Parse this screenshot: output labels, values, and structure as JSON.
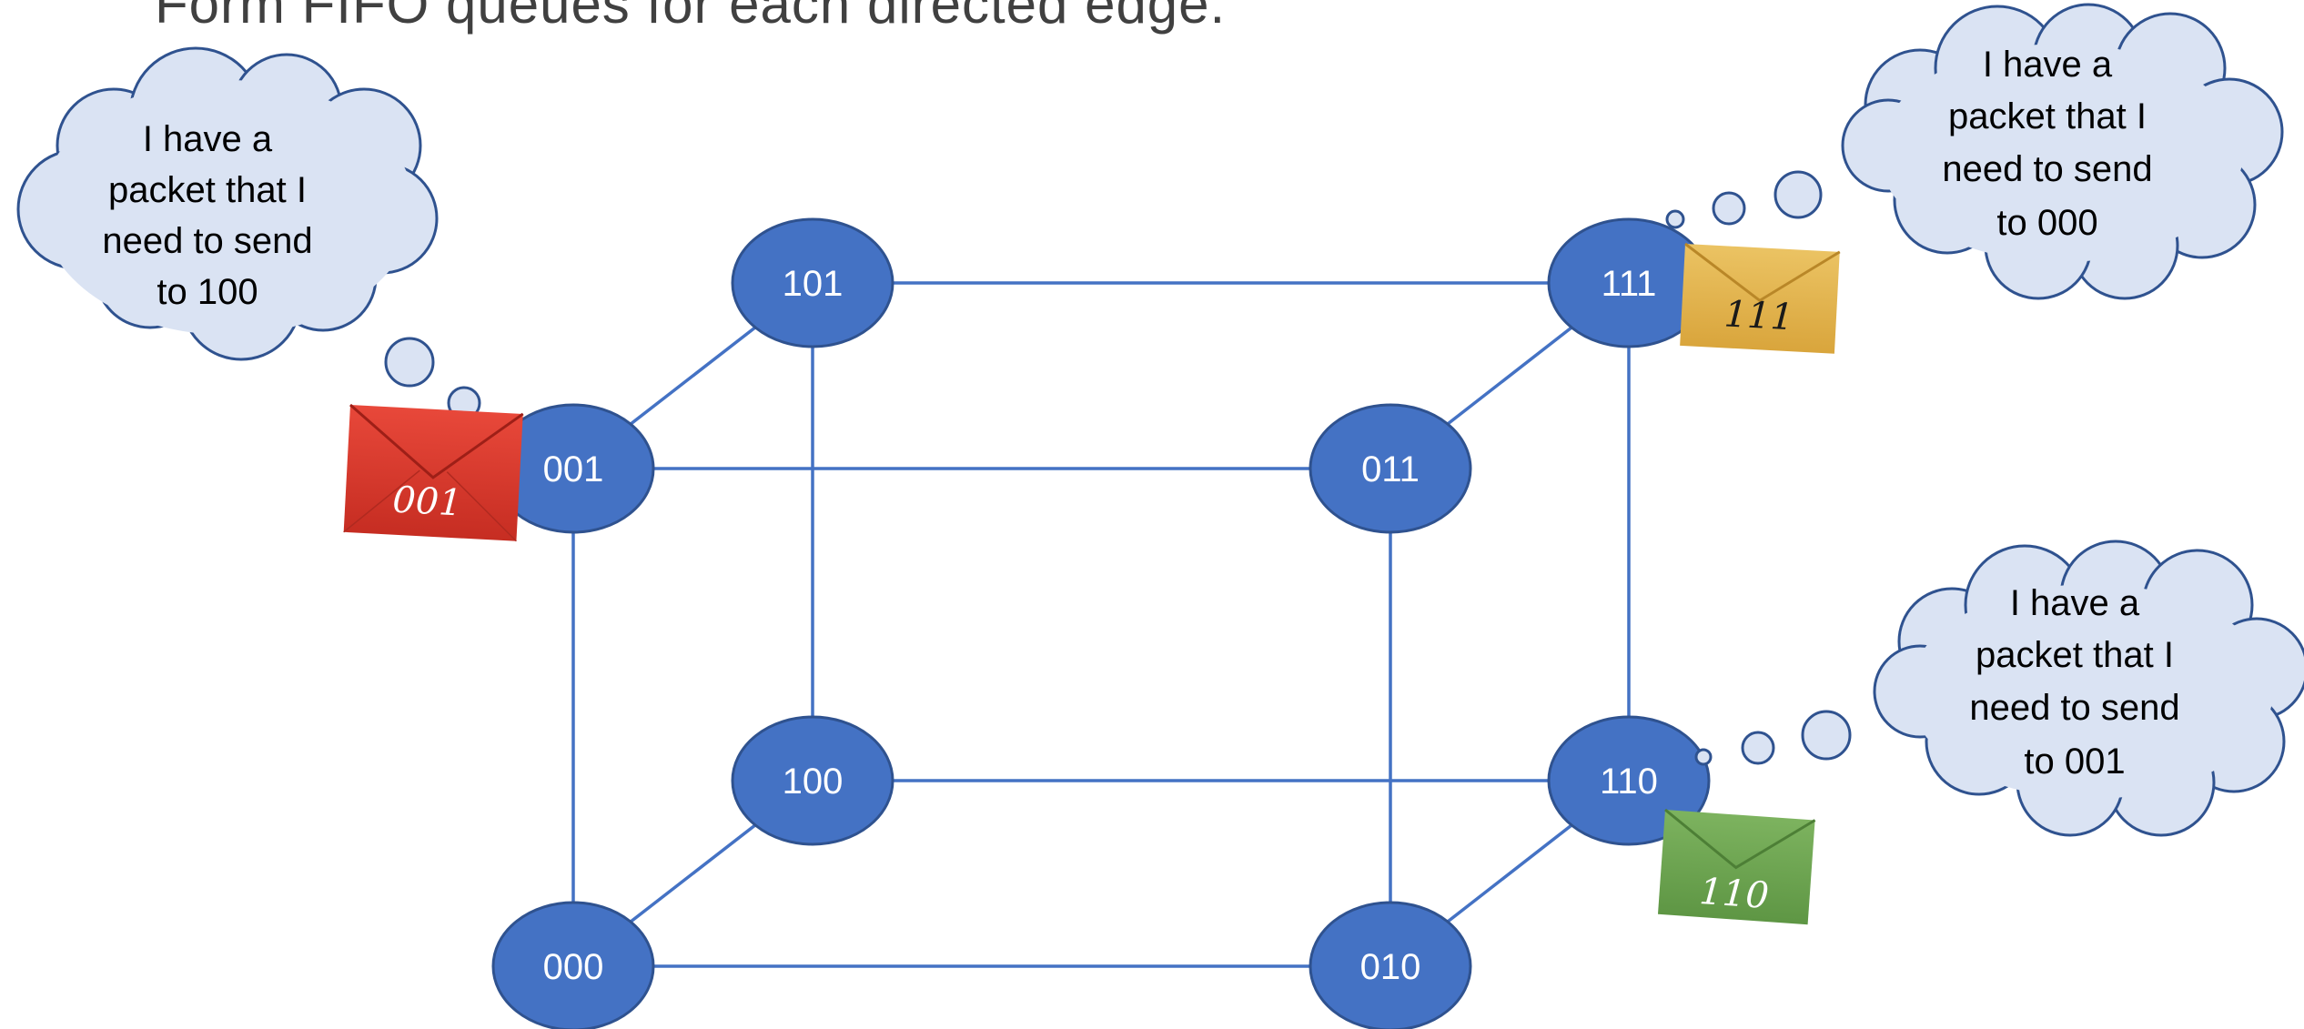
{
  "slide": {
    "title": "Form FIFO queues for each directed edge."
  },
  "colors": {
    "node_fill": "#4472c4",
    "edge": "#4472c4",
    "cloud_fill": "#dae3f3",
    "cloud_stroke": "#2f528f",
    "envelope_red": "#d9392b",
    "envelope_yellow": "#e3b44d",
    "envelope_green": "#6fa552"
  },
  "nodes": [
    "000",
    "001",
    "010",
    "011",
    "100",
    "101",
    "110",
    "111"
  ],
  "edges": [
    [
      "000",
      "001"
    ],
    [
      "000",
      "010"
    ],
    [
      "000",
      "100"
    ],
    [
      "001",
      "011"
    ],
    [
      "001",
      "101"
    ],
    [
      "010",
      "011"
    ],
    [
      "010",
      "110"
    ],
    [
      "011",
      "111"
    ],
    [
      "100",
      "101"
    ],
    [
      "100",
      "110"
    ],
    [
      "101",
      "111"
    ],
    [
      "110",
      "111"
    ]
  ],
  "thought_bubbles": [
    {
      "node": "001",
      "lines": [
        "I have a",
        "packet that I",
        "need to send",
        "to 100"
      ]
    },
    {
      "node": "111",
      "lines": [
        "I have a",
        "packet that I",
        "need to send",
        "to 000"
      ]
    },
    {
      "node": "110",
      "lines": [
        "I have a",
        "packet that I",
        "need to send",
        "to 001"
      ]
    }
  ],
  "packets": [
    {
      "label": "001",
      "color": "red",
      "icon": "envelope-icon"
    },
    {
      "label": "111",
      "color": "yellow",
      "icon": "envelope-icon"
    },
    {
      "label": "110",
      "color": "green",
      "icon": "envelope-icon"
    }
  ]
}
